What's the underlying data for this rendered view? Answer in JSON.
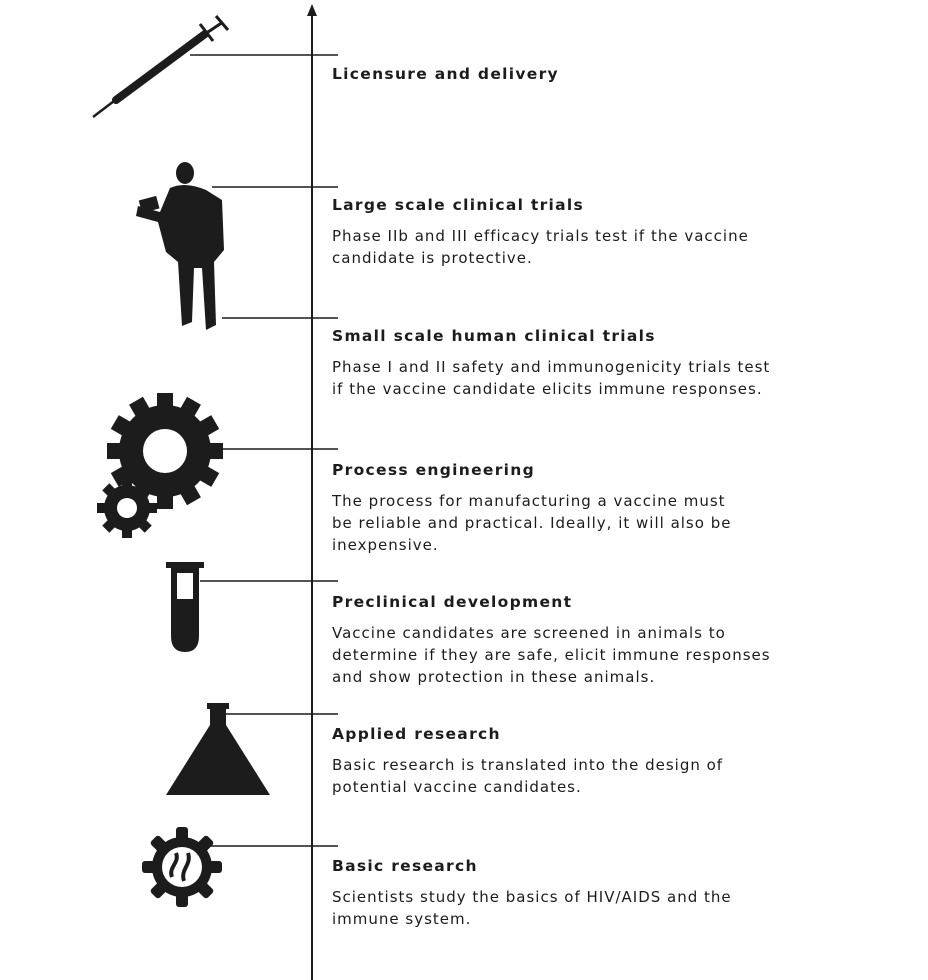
{
  "stages": [
    {
      "title": "Licensure and delivery",
      "description": "",
      "icon": "syringe-icon"
    },
    {
      "title": "Large scale clinical trials",
      "description": "Phase IIb and III efficacy trials test if the vaccine\ncandidate is protective.",
      "icon": "person-silhouette-icon"
    },
    {
      "title": "Small scale human clinical trials",
      "description": "Phase I and II safety and immunogenicity trials test\nif the vaccine candidate elicits immune responses.",
      "icon": "person-silhouette-icon"
    },
    {
      "title": "Process engineering",
      "description": "The process for manufacturing a vaccine must\nbe reliable and practical. Ideally, it will also be\ninexpensive.",
      "icon": "gears-icon"
    },
    {
      "title": "Preclinical development",
      "description": "Vaccine candidates are screened in animals to\ndetermine if they are safe, elicit immune responses\nand show protection in these animals.",
      "icon": "test-tube-icon"
    },
    {
      "title": "Applied research",
      "description": "Basic research is translated into the design of\npotential vaccine candidates.",
      "icon": "flask-icon"
    },
    {
      "title": "Basic research",
      "description": "Scientists study the basics of HIV/AIDS and the\nimmune system.",
      "icon": "virus-icon"
    }
  ],
  "colors": {
    "ink": "#1c1c1c",
    "background": "#ffffff"
  }
}
